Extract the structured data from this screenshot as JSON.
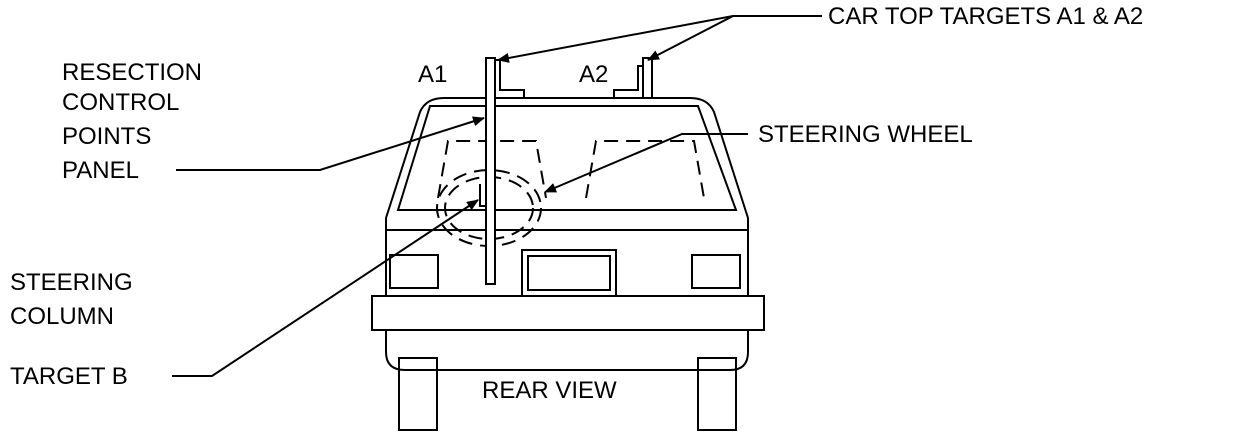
{
  "labels": {
    "car_top_targets": "CAR TOP TARGETS A1 & A2",
    "a1": "A1",
    "a2": "A2",
    "resection_line1": "RESECTION",
    "resection_line2": "CONTROL",
    "resection_line3": "POINTS",
    "resection_line4": "PANEL",
    "steering_wheel": "STEERING WHEEL",
    "steering_col_line1": "STEERING",
    "steering_col_line2": "COLUMN",
    "steering_col_line3": "TARGET B",
    "rear_view": "REAR VIEW"
  }
}
